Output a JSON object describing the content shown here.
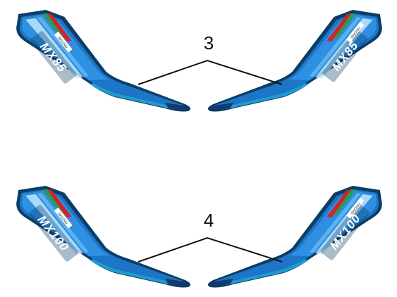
{
  "figure": {
    "callouts": [
      {
        "number": "3"
      },
      {
        "number": "4"
      }
    ],
    "decal_sets": [
      {
        "callout": "3",
        "left_badge_text": "MX85",
        "right_badge_text": "MX85",
        "strip_text": "RACING"
      },
      {
        "callout": "4",
        "left_badge_text": "MX100",
        "right_badge_text": "MX100",
        "strip_text": "RACING"
      }
    ],
    "colors": {
      "outline": "#0b3d66",
      "base_blue": "#1e74c6",
      "mid_blue": "#2f8fe0",
      "light_blue": "#5fb6f0",
      "pale_stripe": "#bfe6fb",
      "bottom_stripe": "#1d9ccf",
      "tip_navy": "#123a6b",
      "accent_red": "#d2232a",
      "accent_green": "#2e9b4a",
      "callout_line": "#111111"
    }
  }
}
